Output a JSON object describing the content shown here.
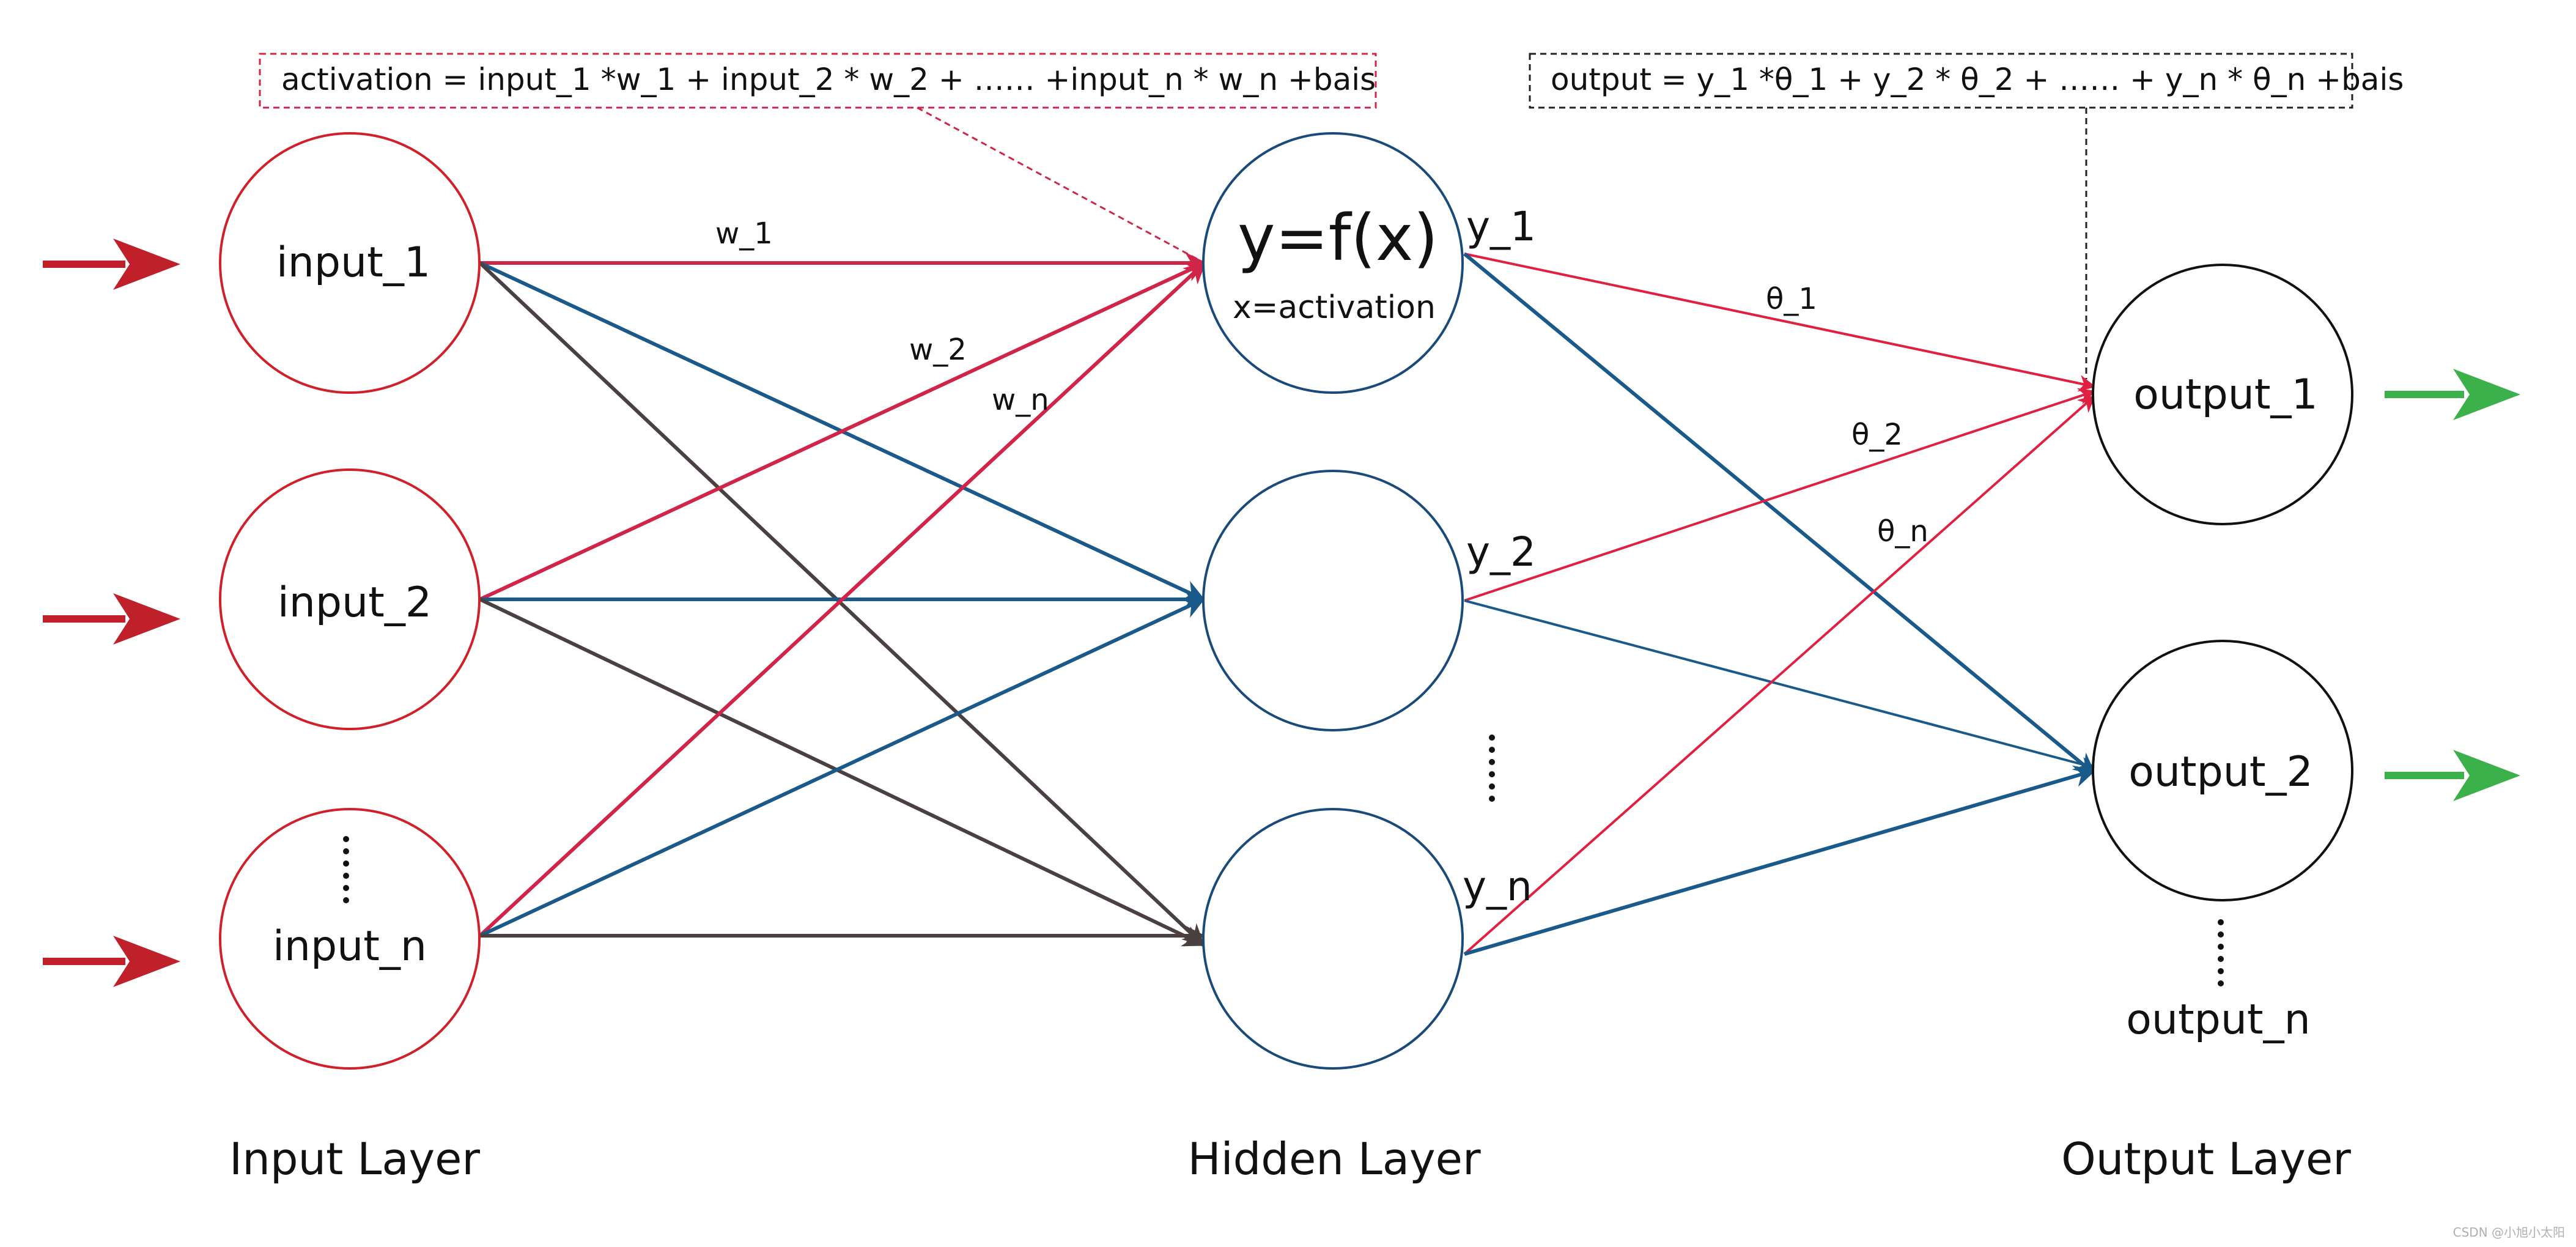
{
  "inputs": {
    "node1": "input_1",
    "node2": "input_2",
    "node3": "input_n"
  },
  "hidden": {
    "function": "y=f(x)",
    "subtitle": "x=activation",
    "y1": "y_1",
    "y2": "y_2",
    "yn": "y_n"
  },
  "outputs": {
    "node1": "output_1",
    "node2": "output_2",
    "noden": "output_n"
  },
  "weights": {
    "w1": "w_1",
    "w2": "w_2",
    "wn": "w_n",
    "t1": "θ_1",
    "t2": "θ_2",
    "tn": "θ_n"
  },
  "formulas": {
    "activation": "activation = input_1 *w_1 + input_2 * w_2 + …… +input_n * w_n +bais",
    "output": "output = y_1 *θ_1 + y_2 * θ_2 + …… + y_n * θ_n +bais"
  },
  "layers": {
    "input": "Input Layer",
    "hidden": "Hidden Layer",
    "output": "Output Layer"
  },
  "watermark": "CSDN @小旭小太阳",
  "colors": {
    "input_edge": "#d02448",
    "hidden_edge": "#1a5a8a",
    "cross_edge": "#4a4040",
    "output_edge": "#e02040",
    "input_arrow": "#c0202a",
    "output_arrow": "#3cb04a",
    "input_node": "#d0202a",
    "hidden_node": "#1a4a7a",
    "output_node": "#111111"
  }
}
